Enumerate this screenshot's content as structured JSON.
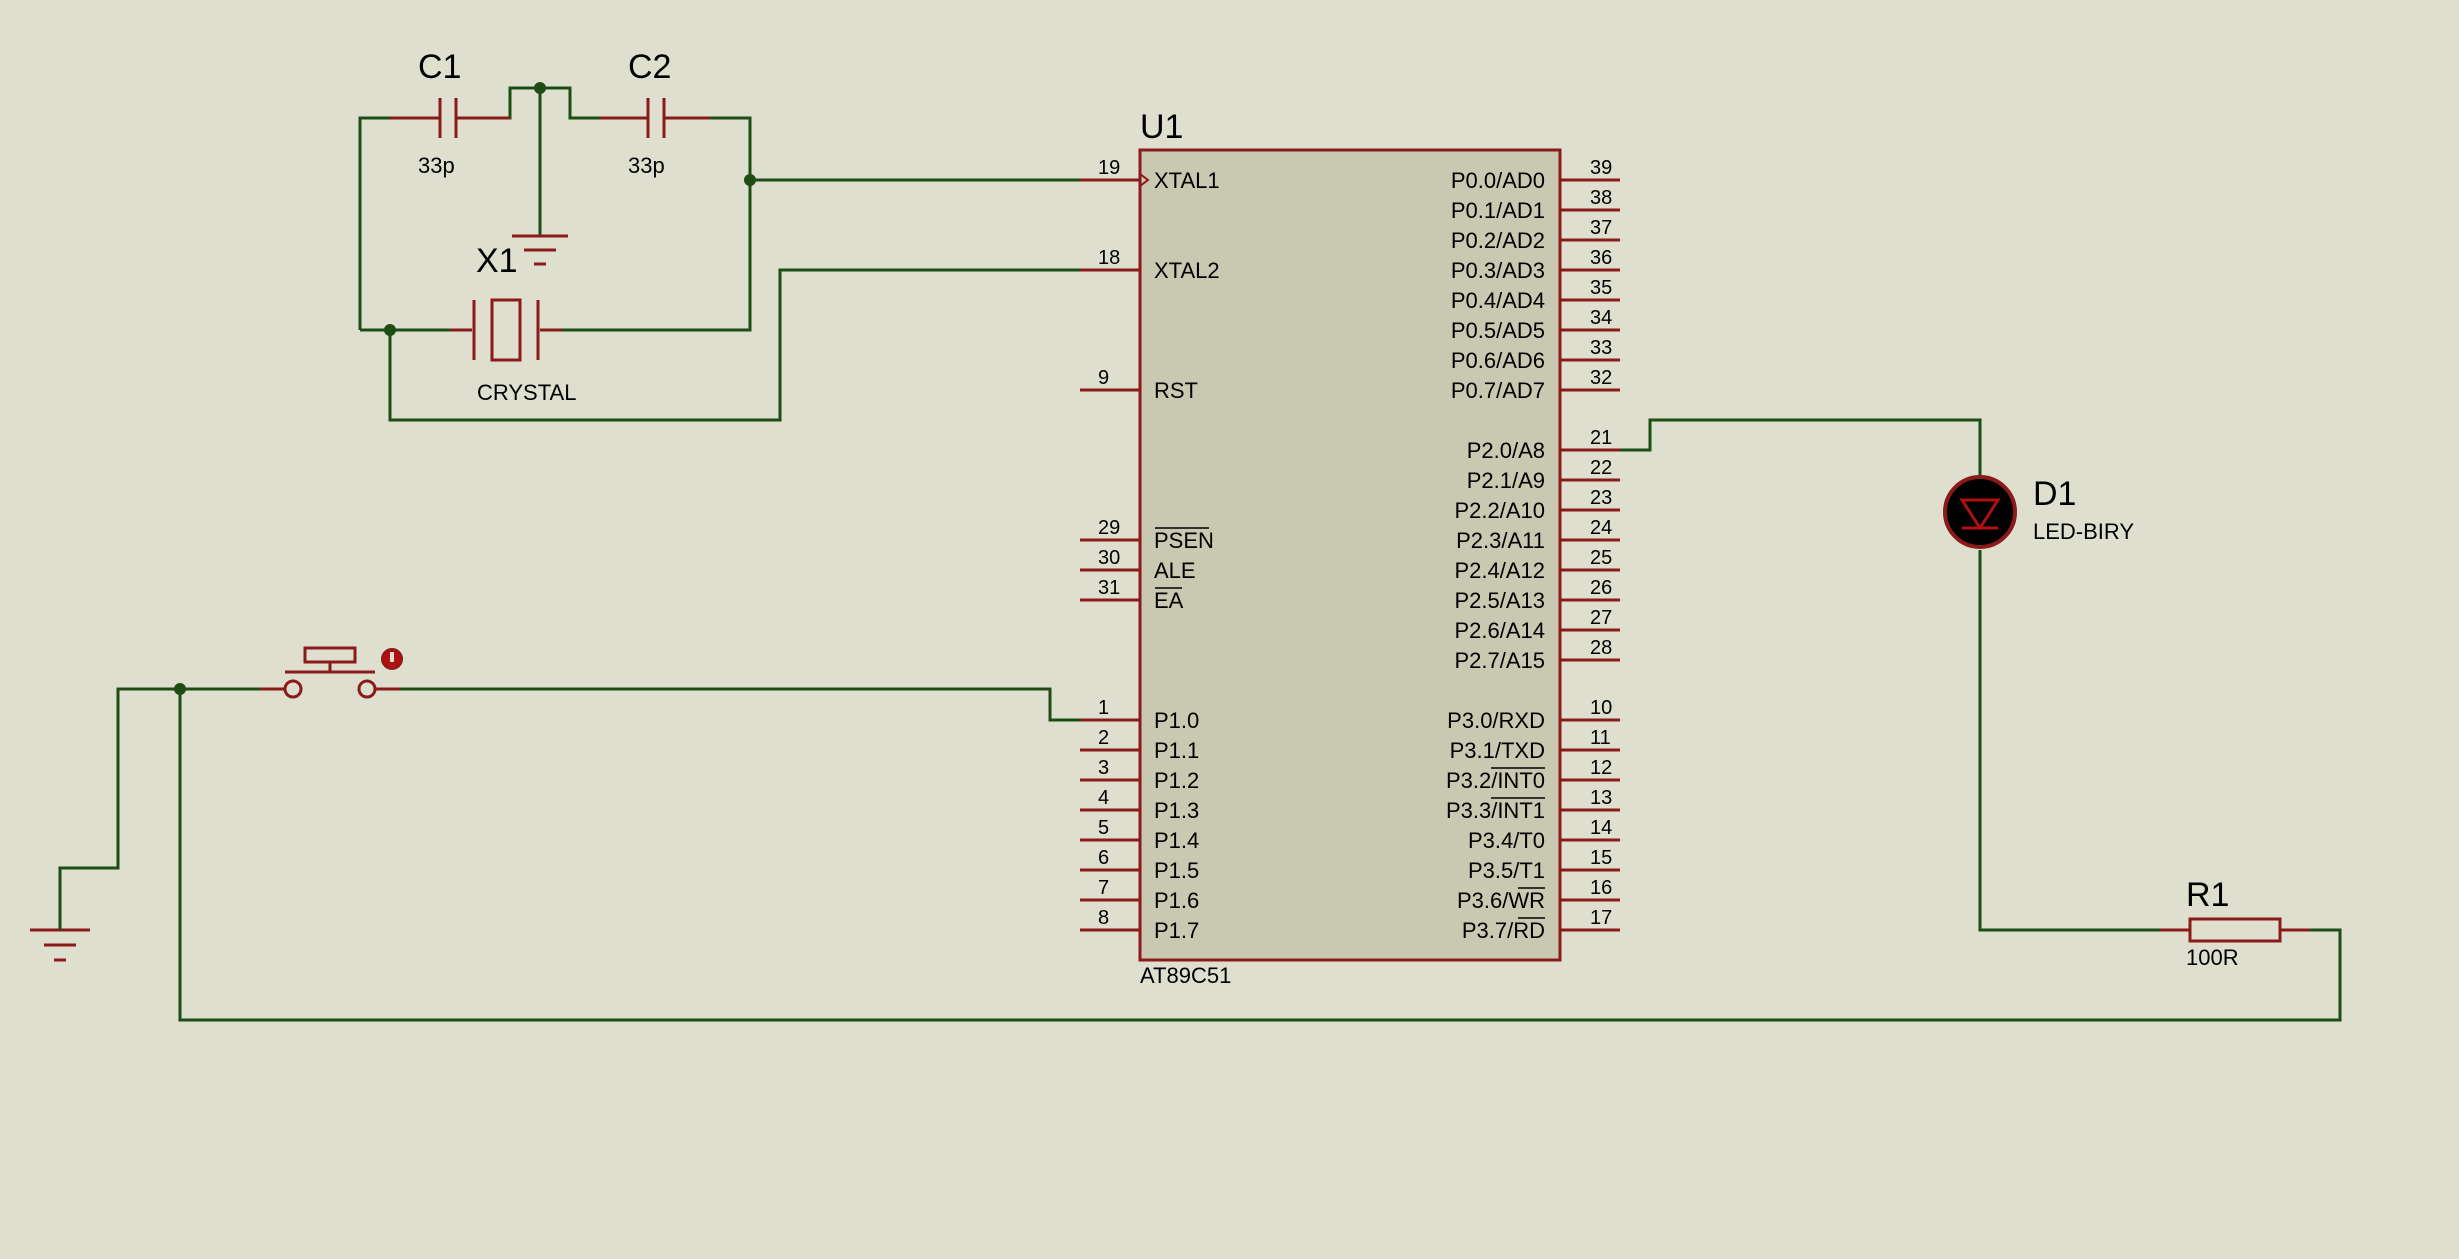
{
  "colors": {
    "background": "#dfdfd0",
    "wire": "#1d4d13",
    "component": "#8b1a1a",
    "chip_fill": "#c9c8b0",
    "led_fill": "#000000"
  },
  "capacitors": [
    {
      "ref": "C1",
      "value": "33p"
    },
    {
      "ref": "C2",
      "value": "33p"
    }
  ],
  "crystal": {
    "ref": "X1",
    "value": "CRYSTAL"
  },
  "led": {
    "ref": "D1",
    "value": "LED-BIRY"
  },
  "resistor": {
    "ref": "R1",
    "value": "100R"
  },
  "mcu": {
    "ref": "U1",
    "part": "AT89C51",
    "left_pins": [
      {
        "num": "19",
        "name": "XTAL1"
      },
      {
        "num": "18",
        "name": "XTAL2"
      },
      {
        "num": "9",
        "name": "RST"
      },
      {
        "num": "29",
        "name": "PSEN"
      },
      {
        "num": "30",
        "name": "ALE"
      },
      {
        "num": "31",
        "name": "EA"
      },
      {
        "num": "1",
        "name": "P1.0"
      },
      {
        "num": "2",
        "name": "P1.1"
      },
      {
        "num": "3",
        "name": "P1.2"
      },
      {
        "num": "4",
        "name": "P1.3"
      },
      {
        "num": "5",
        "name": "P1.4"
      },
      {
        "num": "6",
        "name": "P1.5"
      },
      {
        "num": "7",
        "name": "P1.6"
      },
      {
        "num": "8",
        "name": "P1.7"
      }
    ],
    "right_pins": [
      {
        "num": "39",
        "name": "P0.0/AD0"
      },
      {
        "num": "38",
        "name": "P0.1/AD1"
      },
      {
        "num": "37",
        "name": "P0.2/AD2"
      },
      {
        "num": "36",
        "name": "P0.3/AD3"
      },
      {
        "num": "35",
        "name": "P0.4/AD4"
      },
      {
        "num": "34",
        "name": "P0.5/AD5"
      },
      {
        "num": "33",
        "name": "P0.6/AD6"
      },
      {
        "num": "32",
        "name": "P0.7/AD7"
      },
      {
        "num": "21",
        "name": "P2.0/A8"
      },
      {
        "num": "22",
        "name": "P2.1/A9"
      },
      {
        "num": "23",
        "name": "P2.2/A10"
      },
      {
        "num": "24",
        "name": "P2.3/A11"
      },
      {
        "num": "25",
        "name": "P2.4/A12"
      },
      {
        "num": "26",
        "name": "P2.5/A13"
      },
      {
        "num": "27",
        "name": "P2.6/A14"
      },
      {
        "num": "28",
        "name": "P2.7/A15"
      },
      {
        "num": "10",
        "name": "P3.0/RXD"
      },
      {
        "num": "11",
        "name": "P3.1/TXD"
      },
      {
        "num": "12",
        "name": "P3.2/INT0"
      },
      {
        "num": "13",
        "name": "P3.3/INT1"
      },
      {
        "num": "14",
        "name": "P3.4/T0"
      },
      {
        "num": "15",
        "name": "P3.5/T1"
      },
      {
        "num": "16",
        "name": "P3.6/WR"
      },
      {
        "num": "17",
        "name": "P3.7/RD"
      }
    ]
  }
}
